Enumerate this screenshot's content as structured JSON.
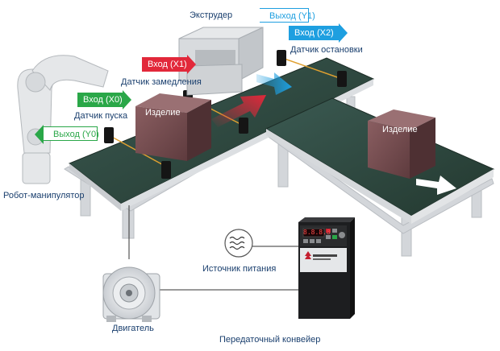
{
  "colors": {
    "input_red": "#e2283a",
    "input_green": "#2aa748",
    "output_blue": "#1e9fe0",
    "label_text": "#1a3f6e",
    "belt": "#2f4a43",
    "frame": "#d7dadd",
    "product": "#7b4f52"
  },
  "labels": {
    "extruder": "Экструдер",
    "stop_sensor": "Датчик остановки",
    "slow_sensor": "Датчик замедления",
    "start_sensor": "Датчик пуска",
    "product_1": "Изделие",
    "product_2": "Изделие",
    "robot": "Робот-манипулятор",
    "power_source": "Источник питания",
    "motor": "Двигатель",
    "conveyor": "Передаточный конвейер"
  },
  "signals": {
    "y1": "Выход (Y1)",
    "x2": "Вход (X2)",
    "x1": "Вход (X1)",
    "x0": "Вход (X0)",
    "y0": "Выход (Y0)"
  },
  "inverter": {
    "display": "8.8.8.8"
  },
  "icons": [
    "power-wave-icon",
    "motor-icon",
    "robot-arm-icon",
    "inverter-icon",
    "sensor-icon"
  ]
}
